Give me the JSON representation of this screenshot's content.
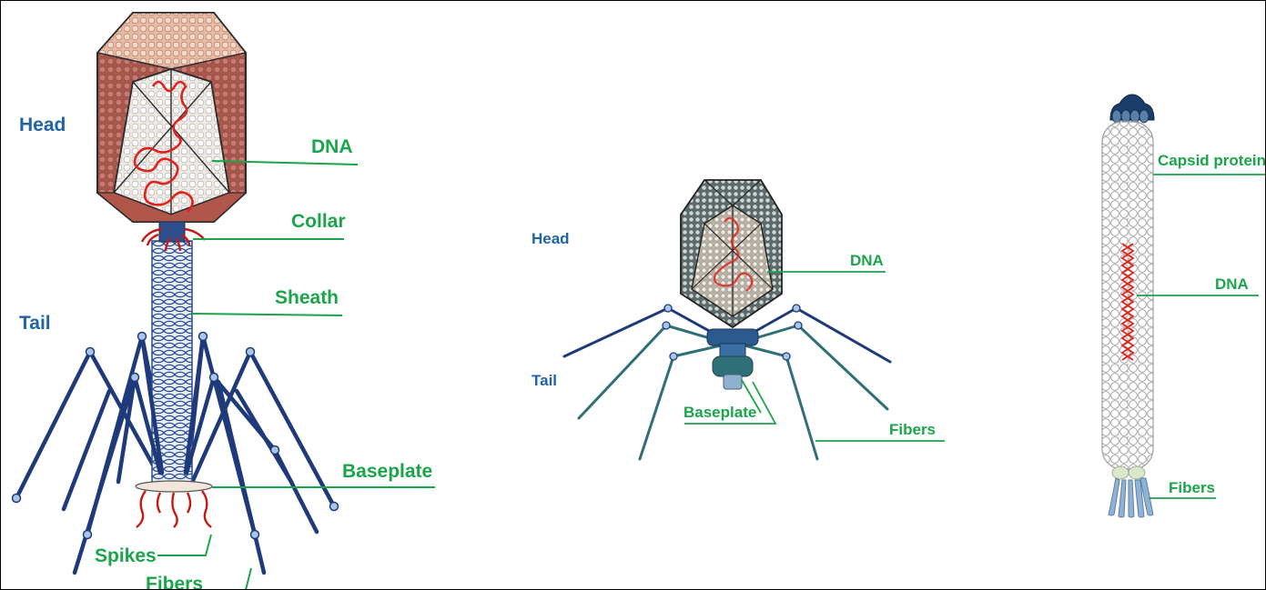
{
  "figures": [
    {
      "name": "tailed-phage-large",
      "labels": {
        "head": "Head",
        "tail": "Tail",
        "dna": "DNA",
        "collar": "Collar",
        "sheath": "Sheath",
        "baseplate": "Baseplate",
        "spikes": "Spikes",
        "fibers": "Fibers"
      }
    },
    {
      "name": "tailed-phage-small",
      "labels": {
        "head": "Head",
        "tail": "Tail",
        "dna": "DNA",
        "baseplate": "Baseplate",
        "fibers": "Fibers"
      }
    },
    {
      "name": "filamentous-phage",
      "labels": {
        "capsid_protein": "Capsid protein",
        "dna": "DNA",
        "fibers": "Fibers"
      }
    }
  ],
  "colors": {
    "label_blue": "#1f63a8",
    "label_green": "#1aa54a",
    "dna_red": "#e0231c",
    "fiber_navy": "#1e3a7a",
    "small_fiber_teal": "#2f6f78",
    "capsid_brown": "#a9584e"
  }
}
